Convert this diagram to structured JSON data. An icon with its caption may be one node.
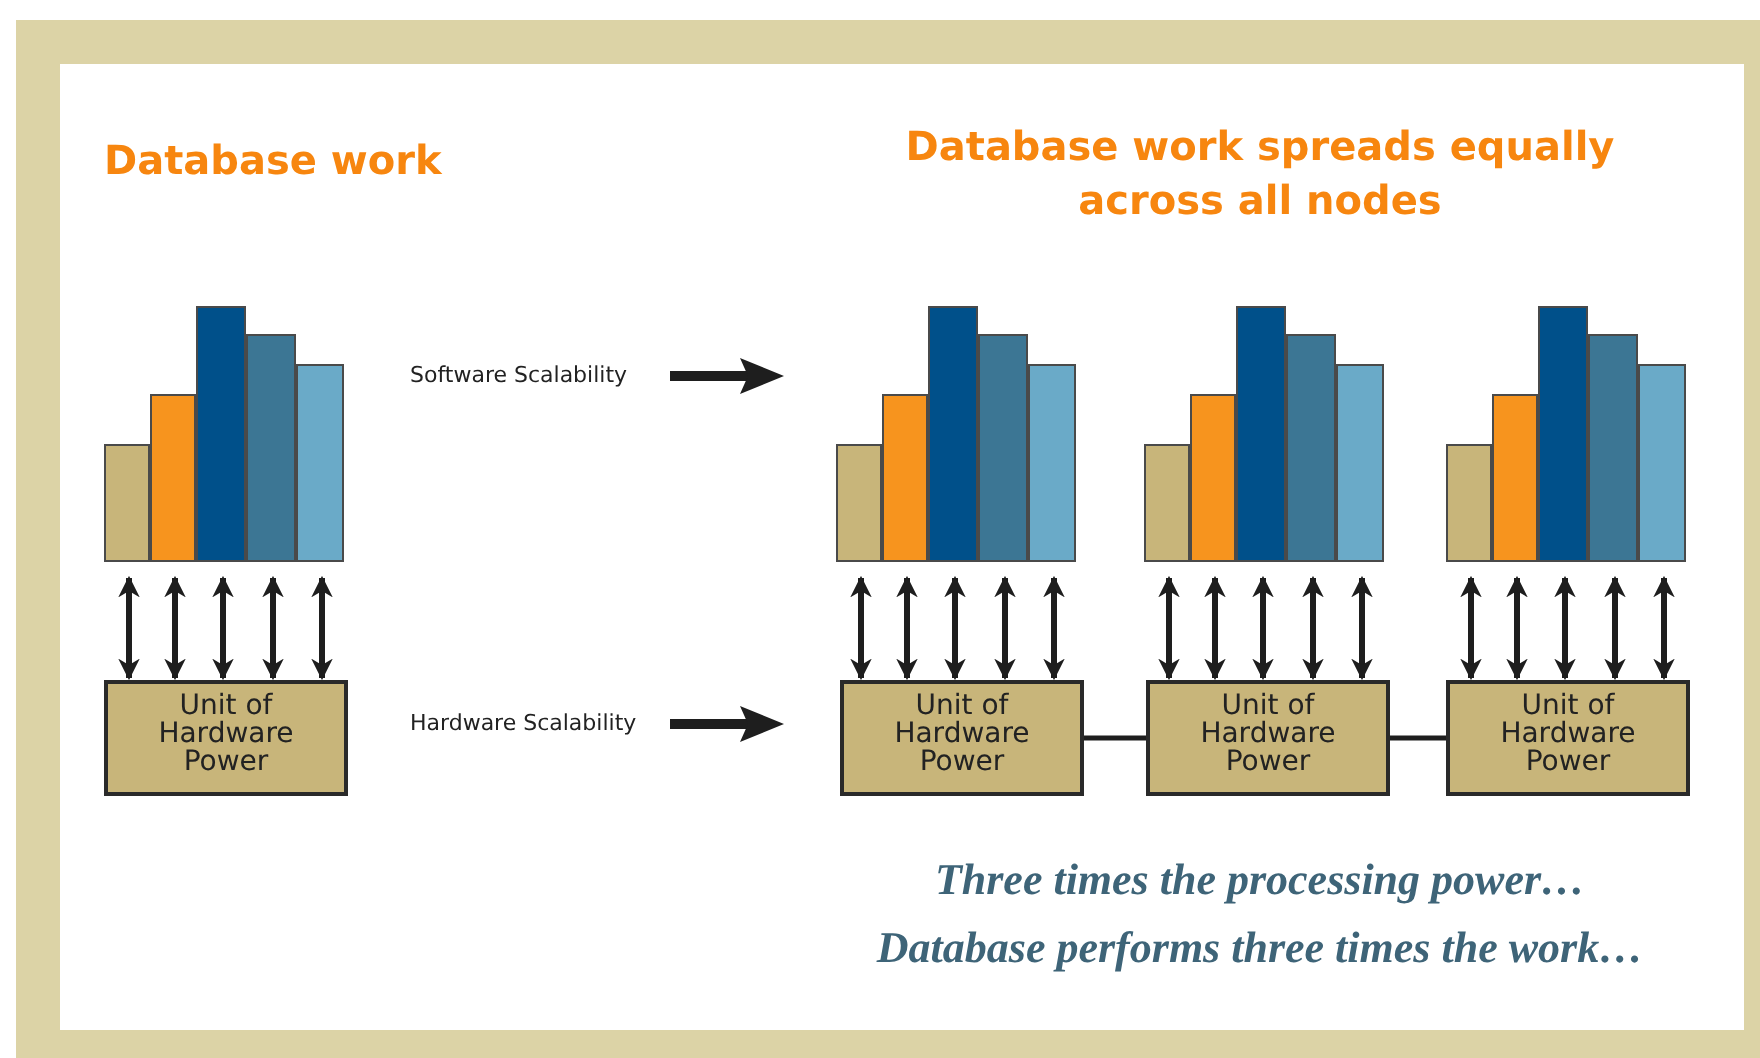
{
  "diagram": {
    "nodes": [
      {
        "text": [],
        "shape": "bar"
      },
      {
        "text": [],
        "shape": "bar"
      },
      {
        "text": [],
        "shape": "bar"
      },
      {
        "text": [],
        "shape": "bar"
      },
      {
        "text": [],
        "shape": "bar"
      },
      {
        "text": [],
        "shape": "bar"
      },
      {
        "text": [],
        "shape": "bar"
      },
      {
        "text": [],
        "shape": "bar"
      },
      {
        "text": [],
        "shape": "bar"
      },
      {
        "text": [],
        "shape": "bar"
      },
      {
        "text": [],
        "shape": "bar"
      },
      {
        "text": [],
        "shape": "bar"
      },
      {
        "text": [],
        "shape": "bar"
      },
      {
        "text": [],
        "shape": "bar"
      },
      {
        "text": [],
        "shape": "bar"
      },
      {
        "text": [],
        "shape": "bar"
      },
      {
        "text": [],
        "shape": "bar"
      },
      {
        "text": [],
        "shape": "bar"
      },
      {
        "text": [],
        "shape": "bar"
      },
      {
        "text": [],
        "shape": "bar"
      },
      {
        "text": [
          "Unit of Hardware Power"
        ]
      },
      {
        "text": [
          "Unit of Hardware Power"
        ]
      },
      {
        "text": [
          "Unit of Hardware Power"
        ]
      },
      {
        "text": [
          "Unit of Hardware Power"
        ]
      }
    ],
    "edges": [
      {
        "from": 0,
        "to": 20,
        "arrow": "both"
      },
      {
        "from": 1,
        "to": 20,
        "arrow": "both"
      },
      {
        "from": 2,
        "to": 20,
        "arrow": "both"
      },
      {
        "from": 3,
        "to": 20,
        "arrow": "both"
      },
      {
        "from": 4,
        "to": 20,
        "arrow": "both"
      },
      {
        "from": 5,
        "to": 21,
        "arrow": "both"
      },
      {
        "from": 6,
        "to": 21,
        "arrow": "both"
      },
      {
        "from": 7,
        "to": 21,
        "arrow": "both"
      },
      {
        "from": 8,
        "to": 21,
        "arrow": "both"
      },
      {
        "from": 9,
        "to": 21,
        "arrow": "both"
      },
      {
        "from": 10,
        "to": 22,
        "arrow": "both"
      },
      {
        "from": 11,
        "to": 22,
        "arrow": "both"
      },
      {
        "from": 12,
        "to": 22,
        "arrow": "both"
      },
      {
        "from": 13,
        "to": 22,
        "arrow": "both"
      },
      {
        "from": 14,
        "to": 22,
        "arrow": "both"
      },
      {
        "from": 15,
        "to": 23,
        "arrow": "both"
      },
      {
        "from": 16,
        "to": 23,
        "arrow": "both"
      },
      {
        "from": 17,
        "to": 23,
        "arrow": "both"
      },
      {
        "from": 18,
        "to": 23,
        "arrow": "both"
      },
      {
        "from": 19,
        "to": 23,
        "arrow": "both"
      },
      {
        "from": 21,
        "to": 22,
        "arrow": "none"
      },
      {
        "from": 22,
        "to": 23,
        "arrow": "none"
      }
    ],
    "labels": [
      "Database work",
      "Database work spreads equally across all nodes",
      "Software Scalability",
      "Hardware Scalability",
      "Three times the processing power…",
      "Database performs three times the work…"
    ]
  }
}
